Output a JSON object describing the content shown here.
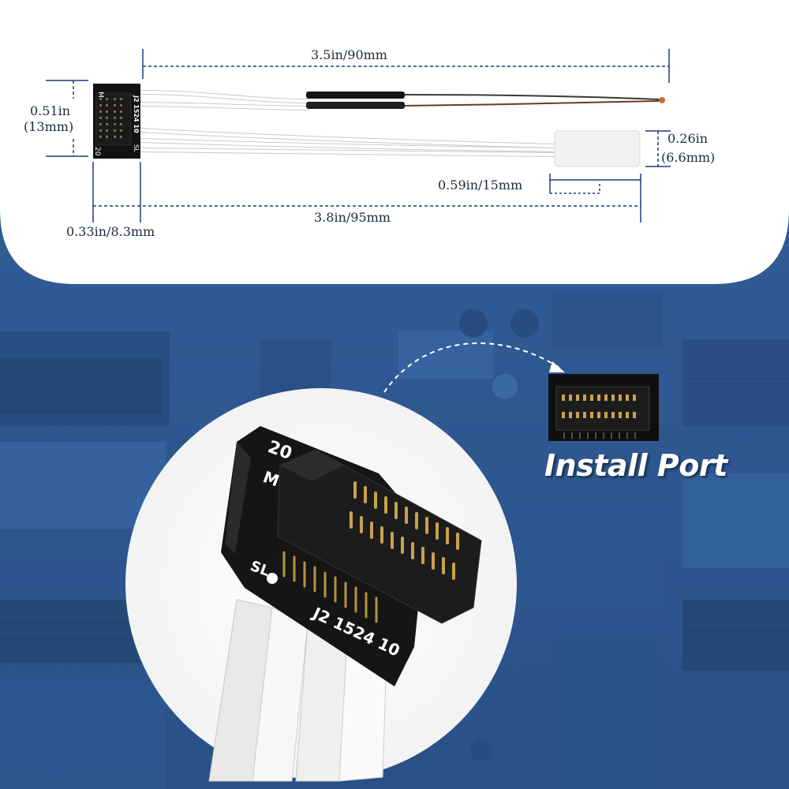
{
  "dimensions": {
    "top_length": "3.5in/90mm",
    "height_in": "0.51in",
    "height_mm": "(13mm)",
    "connector_width": "0.33in/8.3mm",
    "total_length": "3.8in/95mm",
    "sensor_length": "0.59in/15mm",
    "sensor_height_in": "0.26in",
    "sensor_height_mm": "(6.6mm)"
  },
  "board_marks": {
    "small_top": "M",
    "small_bottom": "20",
    "small_side": "J2 1524 10",
    "small_sl": "SL",
    "large_20": "20",
    "large_m": "M",
    "large_sl": "SL",
    "large_code": "J2  1524 10"
  },
  "callout": {
    "label": "Install Port"
  },
  "colors": {
    "background_blue": "#2f5a94",
    "board_black": "#151515",
    "wire_white": "#f4f4f4",
    "dim_line": "#1d3a7a"
  }
}
